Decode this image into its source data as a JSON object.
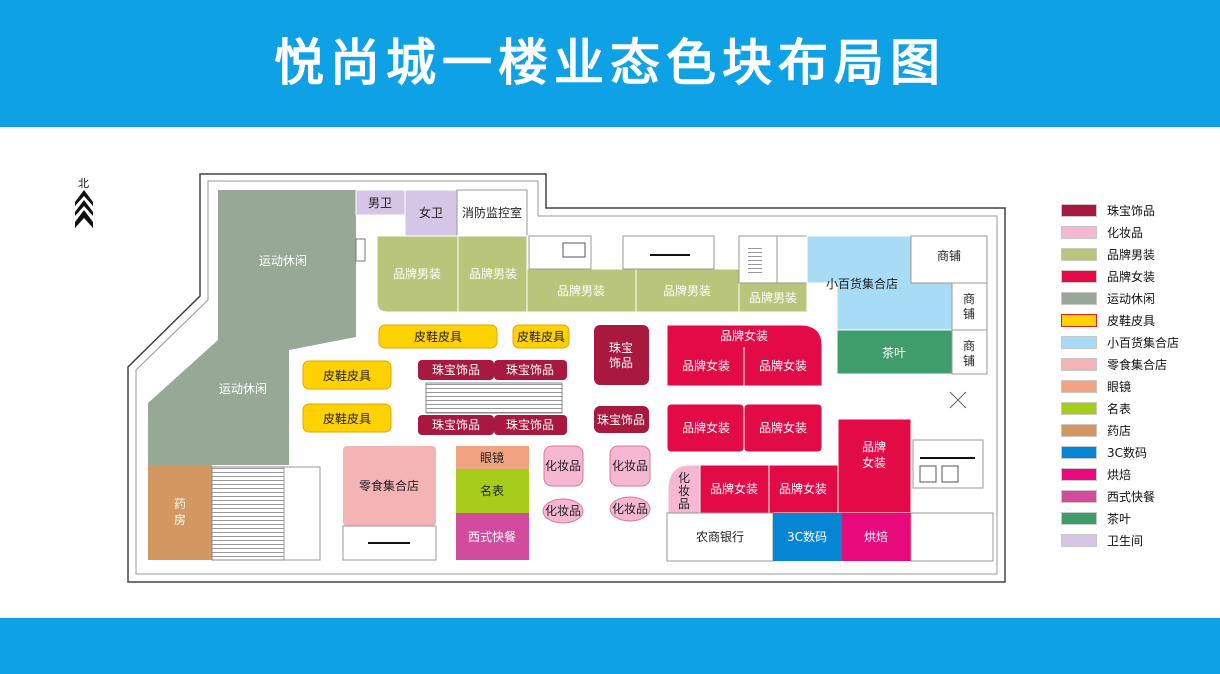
{
  "title": "悦尚城一楼业态色块布局图",
  "north_label": "北",
  "colors": {
    "band": "#0ea1e6",
    "jewelry": "#a8183f",
    "cosmetics": "#f6b7d3",
    "mens": "#b9c57a",
    "womens": "#e20a47",
    "sports": "#98a897",
    "shoes": "#ffd200",
    "general_store": "#a8dcf6",
    "snacks": "#f4b3b5",
    "glasses": "#f2a482",
    "watches": "#a7cd1b",
    "pharmacy": "#d39861",
    "digital": "#0585d4",
    "bakery": "#e8097d",
    "western_fastfood": "#d24b9c",
    "tea": "#3f9d6c",
    "restroom": "#d6c6e6"
  },
  "legend": [
    {
      "label": "珠宝饰品",
      "color": "#a8183f"
    },
    {
      "label": "化妆品",
      "color": "#f6b7d3"
    },
    {
      "label": "品牌男装",
      "color": "#b9c57a"
    },
    {
      "label": "品牌女装",
      "color": "#e20a47"
    },
    {
      "label": "运动休闲",
      "color": "#98a897"
    },
    {
      "label": "皮鞋皮具",
      "color": "#ffd200"
    },
    {
      "label": "小百货集合店",
      "color": "#a8dcf6"
    },
    {
      "label": "零食集合店",
      "color": "#f4b3b5"
    },
    {
      "label": "眼镜",
      "color": "#f2a482"
    },
    {
      "label": "名表",
      "color": "#a7cd1b"
    },
    {
      "label": "药店",
      "color": "#d39861"
    },
    {
      "label": "3C数码",
      "color": "#0585d4"
    },
    {
      "label": "烘焙",
      "color": "#e8097d"
    },
    {
      "label": "西式快餐",
      "color": "#d24b9c"
    },
    {
      "label": "茶叶",
      "color": "#3f9d6c"
    },
    {
      "label": "卫生间",
      "color": "#d6c6e6"
    }
  ],
  "stores": {
    "sports": "运动休闲",
    "mens_restroom": "男卫",
    "womens_restroom": "女卫",
    "fire_control": "消防监控室",
    "mens": "品牌男装",
    "shoes": "皮鞋皮具",
    "jewelry": "珠宝饰品",
    "jewelry_a": "珠宝",
    "jewelry_b": "饰品",
    "womens": "品牌女装",
    "womens_v1": "品牌",
    "womens_v2": "女装",
    "general_store": "小百货集合店",
    "shop": "商铺",
    "shop_v1": "商",
    "shop_v2": "铺",
    "tea": "茶叶",
    "snacks": "零食集合店",
    "glasses": "眼镜",
    "watches": "名表",
    "western_fastfood": "西式快餐",
    "cosmetics": "化妆品",
    "cosmetics_v1": "化",
    "cosmetics_v2": "妆",
    "cosmetics_v3": "品",
    "pharmacy_v1": "药",
    "pharmacy_v2": "房",
    "bank": "农商银行",
    "digital": "3C数码",
    "bakery": "烘焙"
  }
}
